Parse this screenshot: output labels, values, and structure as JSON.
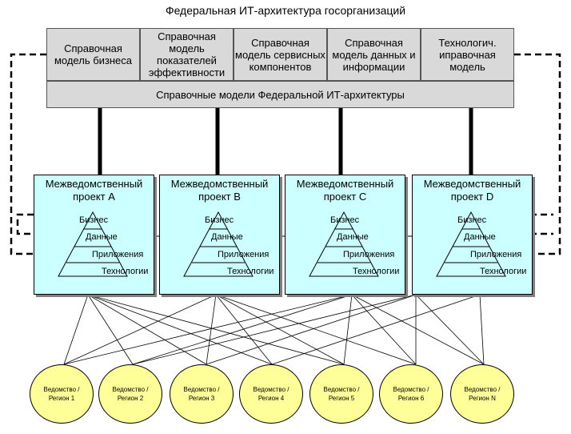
{
  "title": "Федеральная ИТ-архитектура госорганизаций",
  "reference_models": [
    "Справочная модель бизнеса",
    "Справочная модель показателей эффективности",
    "Справочная модель сервисных компонентов",
    "Справочная модель данных и информации",
    "Технологич. иправочная модель"
  ],
  "reference_base": "Справочные модели Федеральной ИТ-архитектуры",
  "projects": [
    {
      "title": "Межведомственный проект A"
    },
    {
      "title": "Межведомственный проект B"
    },
    {
      "title": "Межведомственный проект C"
    },
    {
      "title": "Межведомственный проект D"
    }
  ],
  "layers": [
    "Бизнес",
    "Данные",
    "Приложения",
    "Технологии"
  ],
  "agencies": [
    "Ведомство / Регион 1",
    "Ведомство / Регион 2",
    "Ведомство / Регион 3",
    "Ведомство / Регион 4",
    "Ведомство / Регион 5",
    "Ведомство / Регион 6",
    "Ведомство / Регион N"
  ],
  "colors": {
    "model_fill": "#d9d9d9",
    "project_fill": "#ccffff",
    "agency_fill": "#ffff99",
    "shadow": "#808080"
  }
}
